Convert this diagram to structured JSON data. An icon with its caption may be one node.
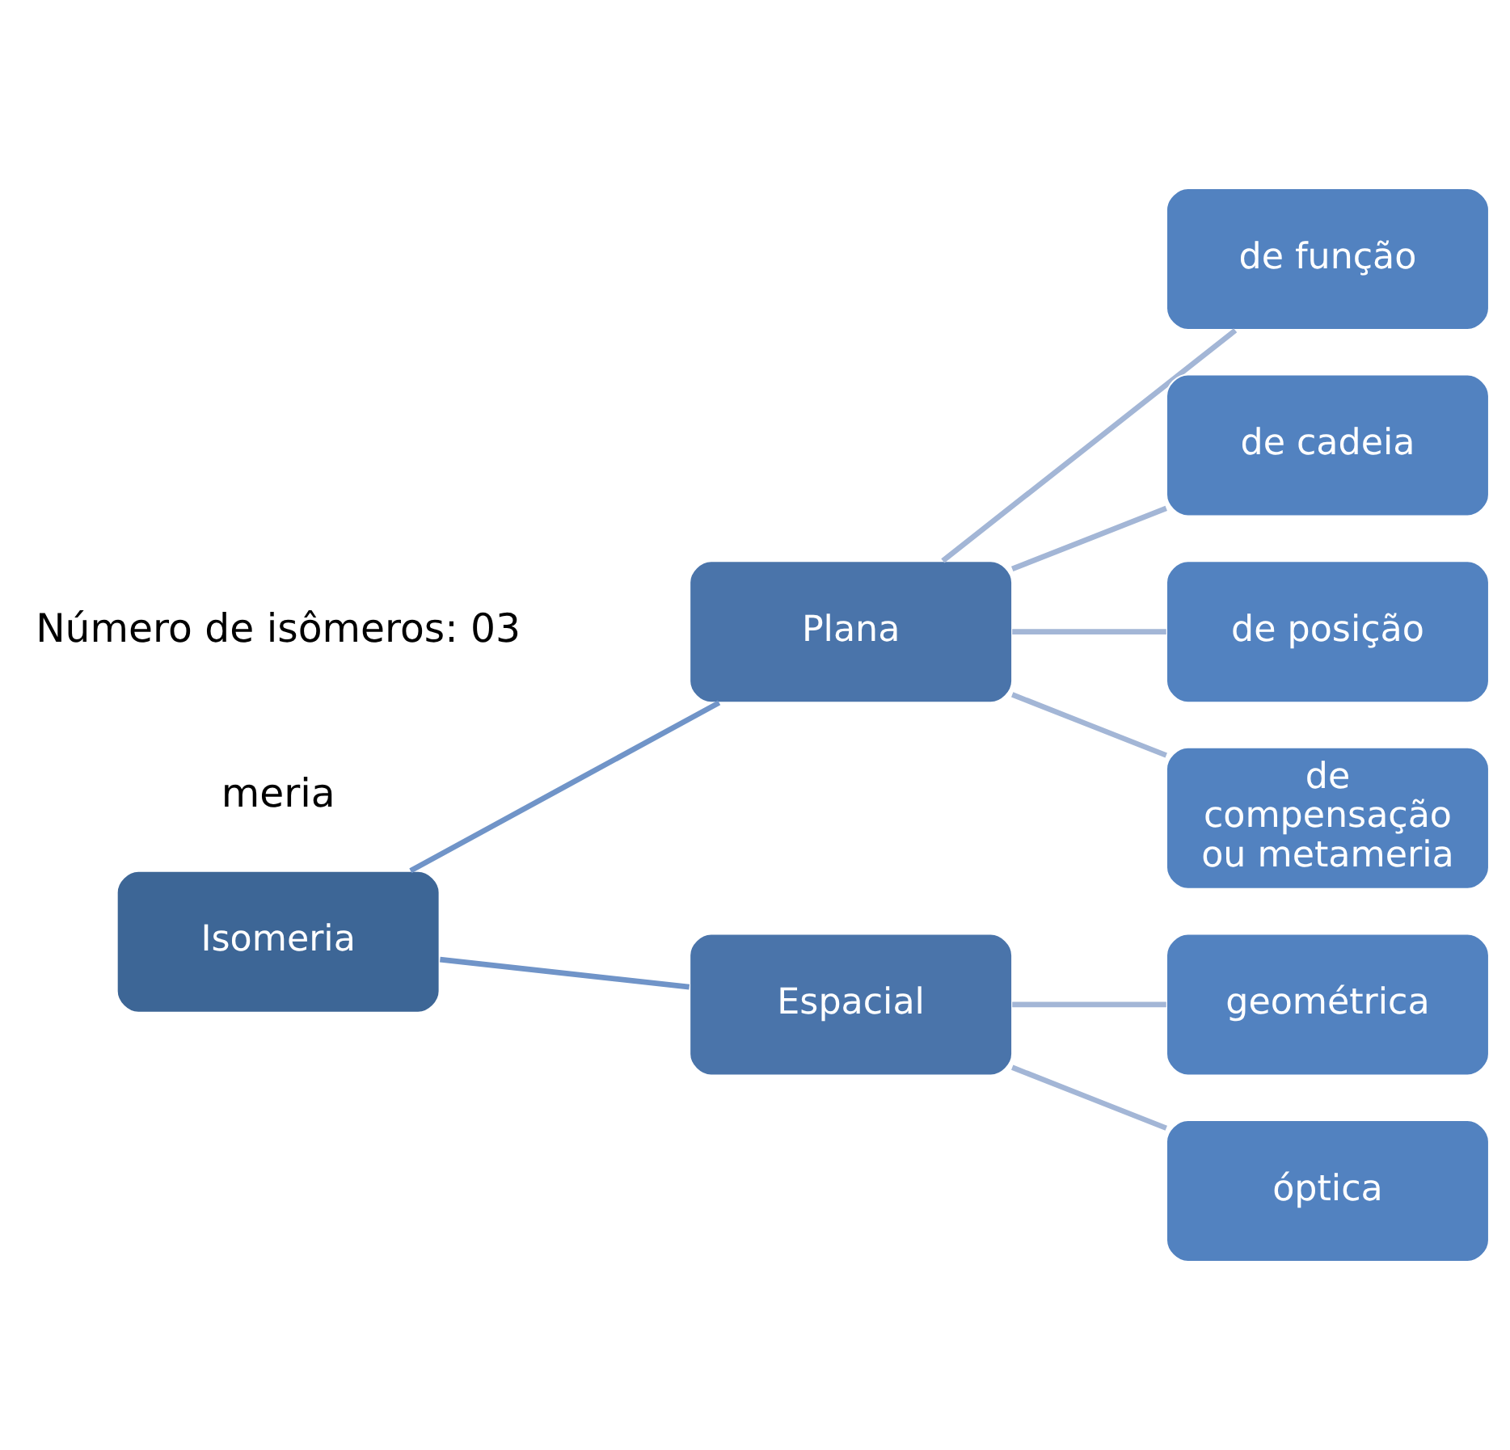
{
  "diagram": {
    "nodes": [
      {
        "text": [
          "Isomeria"
        ]
      },
      {
        "text": [
          "Plana"
        ]
      },
      {
        "text": [
          "Espacial"
        ]
      },
      {
        "text": [
          "de função"
        ]
      },
      {
        "text": [
          "de cadeia"
        ]
      },
      {
        "text": [
          "de posição"
        ]
      },
      {
        "text": [
          "de compensação ou metameria"
        ]
      },
      {
        "text": [
          "geométrica"
        ]
      },
      {
        "text": [
          "óptica"
        ]
      }
    ],
    "edges": [
      {
        "from": 0,
        "to": 1,
        "arrow": "none",
        "color": "#7094c8"
      },
      {
        "from": 0,
        "to": 2,
        "arrow": "none",
        "color": "#7094c8"
      },
      {
        "from": 1,
        "to": 3,
        "arrow": "none"
      },
      {
        "from": 1,
        "to": 4,
        "arrow": "none"
      },
      {
        "from": 1,
        "to": 5,
        "arrow": "none"
      },
      {
        "from": 1,
        "to": 6,
        "arrow": "none"
      },
      {
        "from": 2,
        "to": 7,
        "arrow": "none"
      },
      {
        "from": 2,
        "to": 8,
        "arrow": "none"
      }
    ],
    "labels": [
      "Número de isômeros: 03",
      "meria"
    ]
  }
}
